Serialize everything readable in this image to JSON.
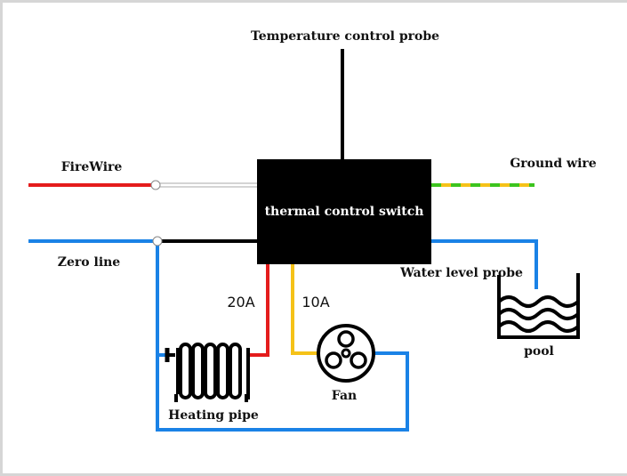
{
  "diagram": {
    "title": "Thermal control switch wiring diagram",
    "central_component": {
      "label": "thermal control switch"
    },
    "labels": {
      "temperature_probe": "Temperature control probe",
      "firewire": "FireWire",
      "zero_line": "Zero line",
      "ground_wire": "Ground wire",
      "water_level_probe": "Water level probe",
      "pool": "pool",
      "heating_pipe": "Heating pipe",
      "fan": "Fan",
      "current_heating": "20A",
      "current_fan": "10A"
    },
    "wire_colors": {
      "live": "#e41c1c",
      "neutral": "#1a82e6",
      "ground_green": "#3cc41e",
      "ground_yellow": "#f5c218",
      "fan_feed": "#f5c218",
      "internal": "#000000",
      "passthrough": "#b0b0b0"
    },
    "components": [
      {
        "name": "Temperature control probe",
        "connects_to": "thermal control switch"
      },
      {
        "name": "FireWire",
        "connects_to": "thermal control switch"
      },
      {
        "name": "Zero line",
        "connects_to": [
          "thermal control switch",
          "Heating pipe",
          "Fan"
        ]
      },
      {
        "name": "Ground wire",
        "connects_to": "thermal control switch"
      },
      {
        "name": "Water level probe",
        "connects_to": [
          "thermal control switch",
          "pool"
        ]
      },
      {
        "name": "Heating pipe",
        "rating": "20A"
      },
      {
        "name": "Fan",
        "rating": "10A"
      }
    ]
  }
}
